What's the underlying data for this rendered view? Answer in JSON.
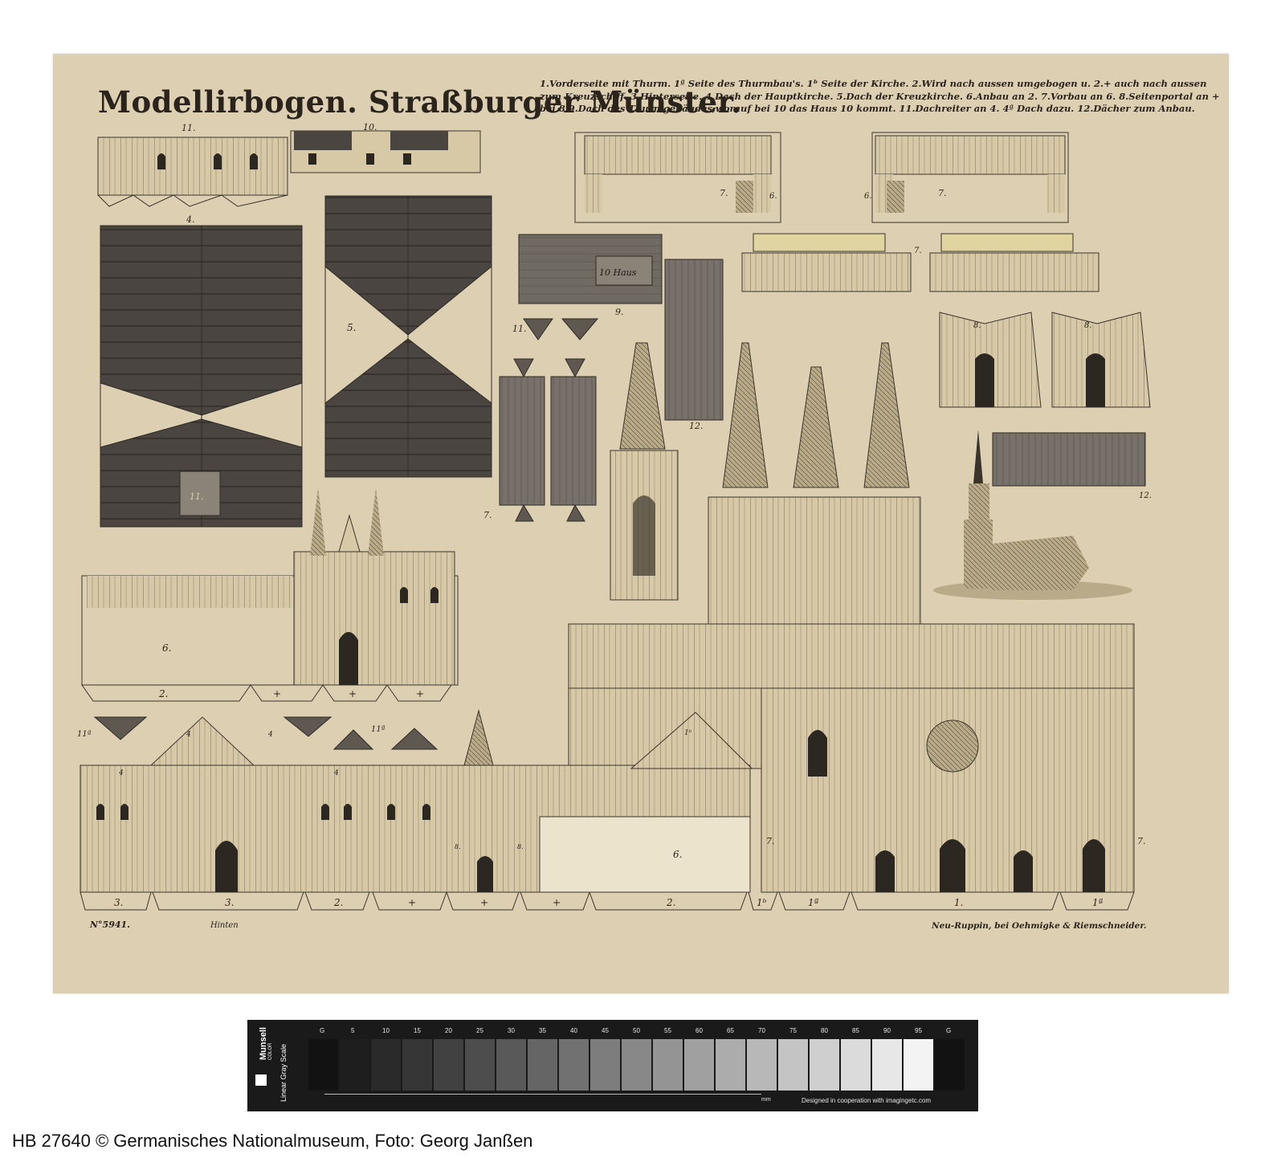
{
  "sheet": {
    "title": "Modellirbogen. Straßburger Münster.",
    "legend_lines": [
      "1.Vorderseite mit Thurm. 1ª Seite des Thurmbau's. 1ᵇ Seite der Kirche. 2.Wird nach aussen umgebogen u. 2.+ auch nach aussen",
      "zum Kreuzschiff. 3.Hinterseite. 4.Dach der Hauptkirche. 5.Dach der Kreuzkirche. 6.Anbau an 2. 7.Vorbau an 6. 8.Seitenportal an +",
      "bei 8.9.Dach des Thurmgebäudes,worauf bei 10 das Haus 10 kommt. 11.Dachreiter an 4. 4ª Dach dazu. 12.Dächer zum Anbau."
    ],
    "number_label": "N°5941.",
    "back_label": "Hinten",
    "publisher": "Neu-Ruppin, bei Oehmigke & Riemschneider.",
    "house_label": "10 Haus",
    "piece_labels": {
      "p11": "11.",
      "p10": "10.",
      "p4": "4.",
      "p5": "5.",
      "p9": "9.",
      "p12a": "12.",
      "p12b": "12.",
      "p7a": "7.",
      "p7b": "7.",
      "p7c": "7.",
      "p7d": "7.",
      "p7e": "7.",
      "p7f": "7.",
      "p6a": "6.",
      "p6b": "6.",
      "p6c": "6.",
      "p6d": "6.",
      "p8a": "8.",
      "p8b": "8.",
      "p8c": "8.",
      "p8d": "8.",
      "p11r": "11.",
      "p11b": "11.",
      "p11c": "11ª",
      "p11d": "11ª",
      "p1b": "1ᵇ",
      "p2": "2.",
      "p4a": "4",
      "p4b": "4",
      "p4c": "4",
      "p4d": "4"
    },
    "bottom_tabs": [
      "3.",
      "3.",
      "2.",
      "+",
      "+",
      "+",
      "2.",
      "1ᵇ",
      "1ª",
      "1.",
      "1ª"
    ],
    "mid_tabs": [
      "2.",
      "+",
      "+",
      "+"
    ]
  },
  "gray_card": {
    "brand": "Munsell",
    "brand_sub": "COLOR",
    "scale_name": "Linear Gray Scale",
    "steps": [
      "G",
      "5",
      "10",
      "15",
      "20",
      "25",
      "30",
      "35",
      "40",
      "45",
      "50",
      "55",
      "60",
      "65",
      "70",
      "75",
      "80",
      "85",
      "90",
      "95",
      "G"
    ],
    "unit": "mm",
    "coop": "Designed in cooperation with imagingetc.com"
  },
  "caption": "HB 27640 © Germanisches Nationalmuseum, Foto: Georg Janßen"
}
